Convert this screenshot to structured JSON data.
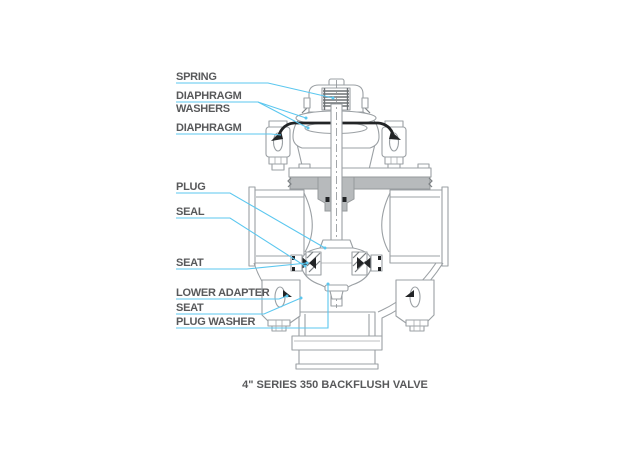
{
  "figure": {
    "caption": "4\" SERIES 350 BACKFLUSH VALVE",
    "labels": [
      {
        "id": "spring",
        "lines": [
          "SPRING"
        ]
      },
      {
        "id": "diaphragm-washers",
        "lines": [
          "DIAPHRAGM",
          "WASHERS"
        ]
      },
      {
        "id": "diaphragm",
        "lines": [
          "DIAPHRAGM"
        ]
      },
      {
        "id": "plug",
        "lines": [
          "PLUG"
        ]
      },
      {
        "id": "seal",
        "lines": [
          "SEAL"
        ]
      },
      {
        "id": "seat-upper",
        "lines": [
          "SEAT"
        ]
      },
      {
        "id": "lower-adapter",
        "lines": [
          "LOWER ADAPTER"
        ]
      },
      {
        "id": "seat-lower",
        "lines": [
          "SEAT"
        ]
      },
      {
        "id": "plug-washer",
        "lines": [
          "PLUG WASHER"
        ]
      }
    ],
    "colors": {
      "leader_line": "#5BC7EF",
      "label_text": "#58595B",
      "drawing_outline": "#9BA0A4",
      "shading": "#B7BABC",
      "diaphragm_black": "#222426",
      "background": "#FFFFFF"
    }
  }
}
